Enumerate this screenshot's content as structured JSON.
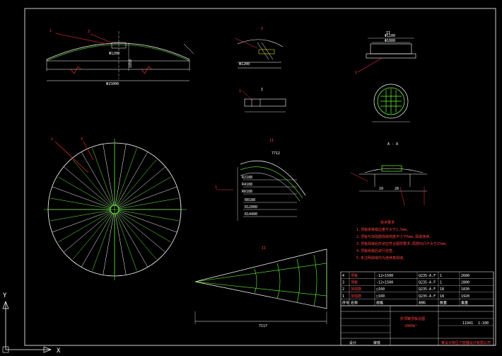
{
  "colors": {
    "background": "#000000",
    "border": "#ffffff",
    "outline": "#33ffff",
    "rib": "#66ff33",
    "leader": "#ff3333",
    "text": "#ffffff",
    "annotation": "#ff3333",
    "hatch": "#ffff00"
  },
  "labels": {
    "part_1": "1",
    "part_3": "3",
    "detail_I": "I",
    "detail_II": "II",
    "section_AA": "A - A",
    "x_axis": "X",
    "y_axis": "Y"
  },
  "dims": {
    "elev_width": "Φ15000",
    "elev_top": "Φ1200",
    "elev_height": "1850",
    "manhole_top": "Φ1100",
    "manhole_mid": "Φ1000",
    "rib_length": "7117",
    "arc_length": "7712",
    "ang_a": "10",
    "ang_b": "28",
    "r1": "R2188",
    "r2": "R4188",
    "r3": "R6188",
    "r4": "R8188",
    "r5": "R12000",
    "r6": "R14400"
  },
  "notes": {
    "title": "技术要求",
    "items": [
      "1.顶板拼接错边量不大于1.5mm。",
      "2.顶板与加强筋焊缝高度不小于6mm,焊缝连续。",
      "3.顶板焊接后形状应符合图样要求,局部凹凸不大于15mm。",
      "4.顶板组装后进行检查。",
      "5.未注明焊缝均为连续角焊缝。"
    ]
  },
  "parts_table": {
    "rows": [
      [
        "4",
        "顶板",
        "-12×1500",
        "Q235-A.F",
        "1",
        "2600"
      ],
      [
        "3",
        "顶板",
        "-12×1500",
        "Q235-A.F",
        "1",
        "2800"
      ],
      [
        "2",
        "加强筋",
        "□160",
        "Q235-A.F",
        "18",
        "1830"
      ],
      [
        "1",
        "加强筋",
        "□160",
        "Q235-A.F",
        "18",
        "1920"
      ]
    ],
    "header": [
      "序号",
      "名称",
      "规格",
      "材料",
      "数量",
      "重量"
    ]
  },
  "title_block": {
    "drawing_name": "拱顶罐顶板总图",
    "capacity": "2000m³",
    "scale": "1:100",
    "weight": "11941",
    "company": "某设计院压力容器设计有限公司",
    "drawn": "设计",
    "checked": "审核"
  }
}
